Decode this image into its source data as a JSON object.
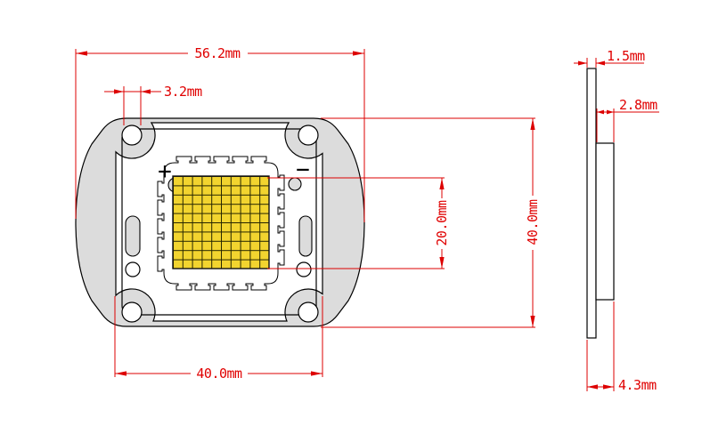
{
  "drawing": {
    "type": "LED COB module dimensional drawing",
    "front_view": {
      "dim_overall_width": "56.2mm",
      "dim_hole_diameter": "3.2mm",
      "dim_plate_width": "40.0mm",
      "dim_body_height": "40.0mm",
      "dim_led_area_height": "20.0mm",
      "polarity_positive": "+",
      "polarity_negative": "−",
      "led_grid_rows": 10,
      "led_grid_cols": 10,
      "mounting_holes": 4
    },
    "side_view": {
      "dim_base_thickness": "1.5mm",
      "dim_platform_thickness": "2.8mm",
      "dim_total_thickness": "4.3mm"
    },
    "colors": {
      "dimension_red": "#dd0000",
      "body_gray": "#dcdcdc",
      "led_yellow": "#f2d42f",
      "outline_black": "#000000",
      "background": "#ffffff"
    }
  }
}
